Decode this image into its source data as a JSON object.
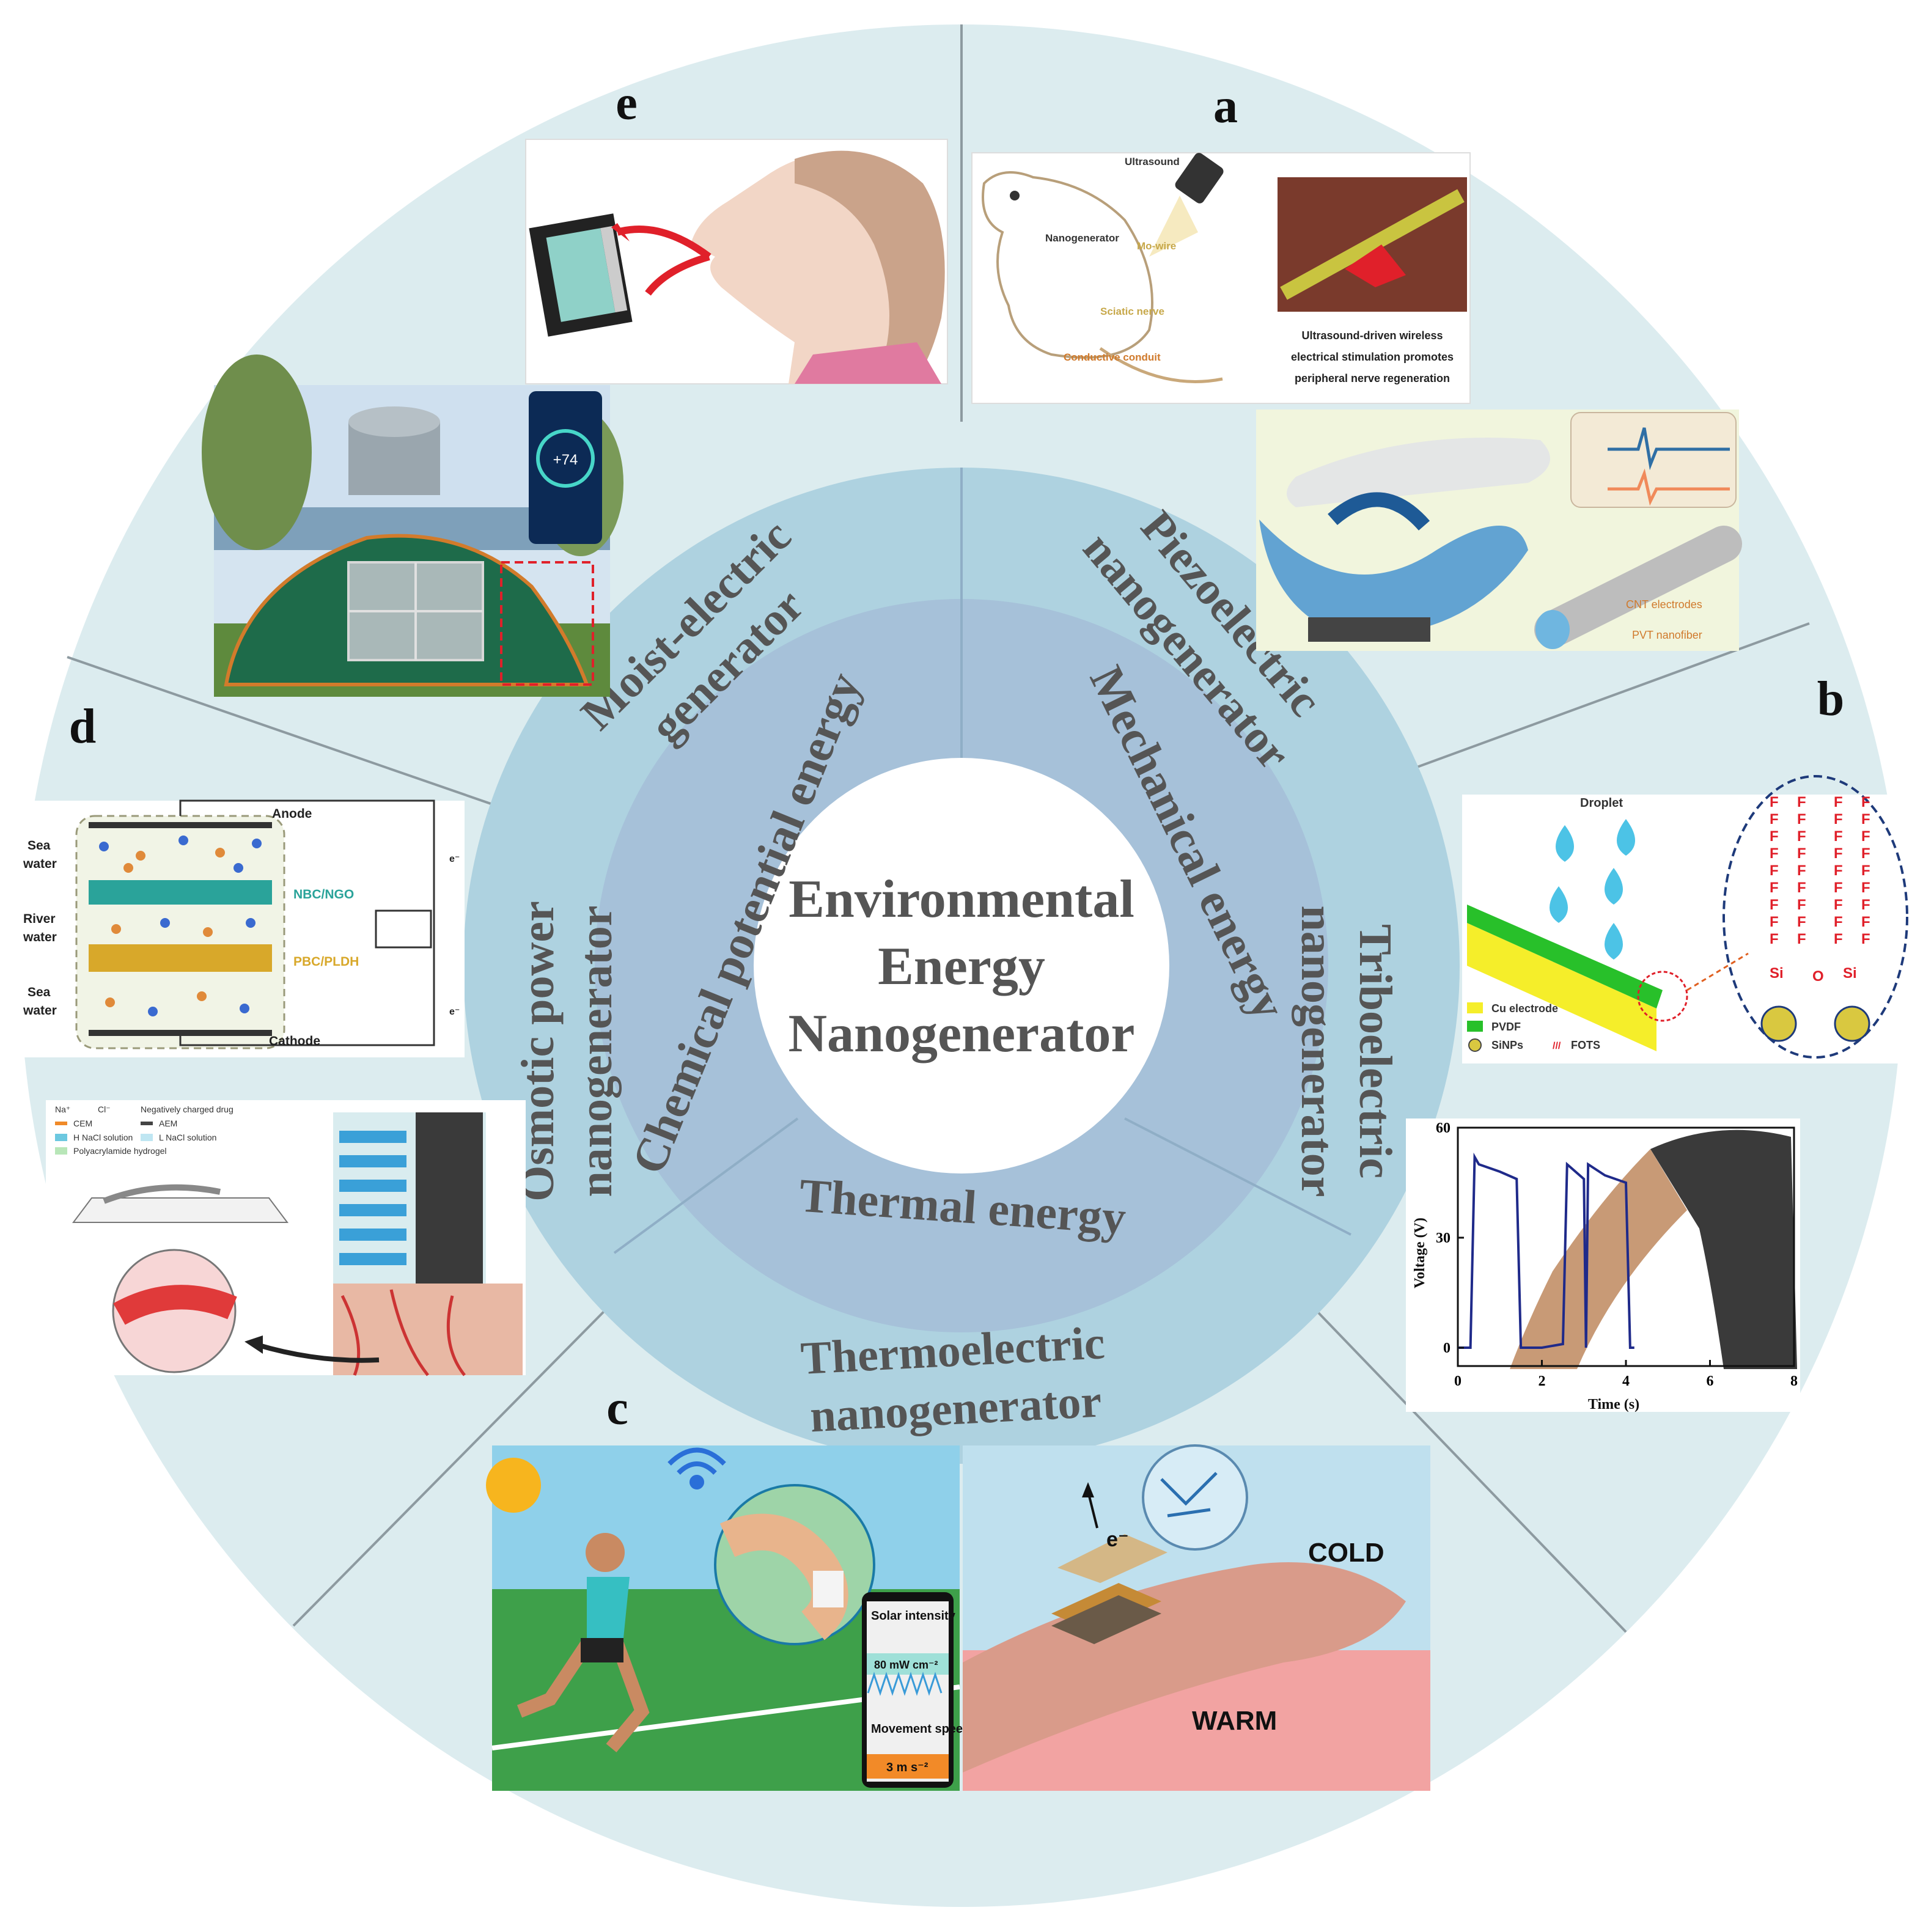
{
  "center_title": [
    "Environmental",
    "Energy",
    "Nanogenerator"
  ],
  "energy_types": {
    "chemical": "Chemical potential energy",
    "mechanical": "Mechanical energy",
    "thermal": "Thermal energy"
  },
  "generators": {
    "piezo": [
      "Piezoelectric",
      "nanogenerator"
    ],
    "tribo": [
      "Triboelectric",
      "nanogenerator"
    ],
    "thermo": [
      "Thermoelectric",
      "nanogenerator"
    ],
    "osmotic": [
      "Osmotic power",
      "nanogenerator"
    ],
    "moist": [
      "Moist-electric",
      "generator"
    ]
  },
  "panel_letters": {
    "a": "a",
    "b": "b",
    "c": "c",
    "d": "d",
    "e": "e"
  },
  "panel_a": {
    "ultrasound": "Ultrasound",
    "nanogenerator": "Nanogenerator",
    "mo_wire": "Mo-wire",
    "sciatic": "Sciatic nerve",
    "conduit": "Conductive conduit",
    "caption": [
      "Ultrasound-driven wireless",
      "electrical stimulation promotes",
      "peripheral nerve regeneration"
    ],
    "cnt": "CNT electrodes",
    "pvt": "PVT nanofiber"
  },
  "panel_b": {
    "droplet": "Droplet",
    "legend": [
      "Cu electrode",
      "PVDF",
      "SiNPs",
      "FOTS"
    ],
    "f": "F",
    "si": "Si",
    "o": "O",
    "chart": {
      "ylabel": "Voltage (V)",
      "xlabel": "Time (s)",
      "xticks": [
        "0",
        "2",
        "4",
        "6",
        "8"
      ],
      "yticks": [
        "0",
        "30",
        "60"
      ]
    }
  },
  "chart_data": {
    "type": "line",
    "xlabel": "Time (s)",
    "ylabel": "Voltage (V)",
    "xlim": [
      0,
      8
    ],
    "ylim": [
      -5,
      60
    ],
    "x": [
      0.0,
      0.2,
      0.3,
      0.4,
      0.5,
      1.0,
      1.4,
      1.5,
      1.6,
      2.0,
      2.5,
      2.6,
      2.8,
      3.0,
      3.05,
      3.1,
      3.5,
      4.0,
      4.1,
      4.2
    ],
    "y": [
      0,
      0,
      0,
      52,
      50,
      48,
      46,
      0,
      0,
      0,
      1,
      50,
      48,
      46,
      0,
      50,
      47,
      45,
      0,
      0
    ]
  },
  "panel_c": {
    "solar": "Solar intensity",
    "solar_val": "80 mW cm⁻²",
    "movement": "Movement speed",
    "movement_val": "3 m s⁻²",
    "cold": "COLD",
    "warm": "WARM",
    "electron": "e⁻"
  },
  "panel_d": {
    "anode": "Anode",
    "cathode": "Cathode",
    "sea1": [
      "Sea",
      "water"
    ],
    "river": [
      "River",
      "water"
    ],
    "sea2": [
      "Sea",
      "water"
    ],
    "nbc": "NBC/NGO",
    "pbc": "PBC/PLDH",
    "electron": "e⁻",
    "legend": [
      "Na⁺",
      "Cl⁻",
      "Negatively charged drug",
      "CEM",
      "AEM",
      "H NaCl solution",
      "L NaCl solution",
      "Polyacrylamide hydrogel"
    ]
  },
  "panel_e": {
    "phone_value": "+74"
  },
  "colors": {
    "outer_ring": "#dcecef",
    "mid_ring": "#aed2e0",
    "inner_ring": "#a6c1d9",
    "center": "#ffffff",
    "text": "#555555"
  }
}
